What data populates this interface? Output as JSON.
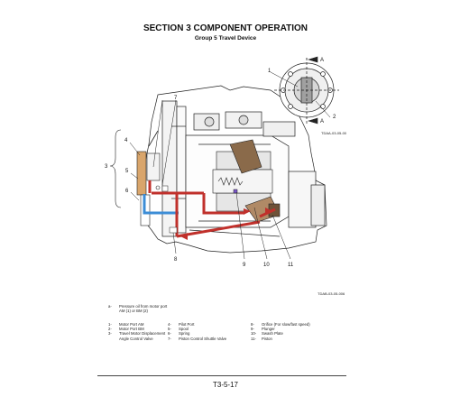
{
  "header": {
    "section": "SECTION 3 COMPONENT OPERATION",
    "group": "Group 5 Travel Device"
  },
  "figure": {
    "callouts": [
      "1",
      "2",
      "A",
      "A",
      "3",
      "4",
      "5",
      "6",
      "7",
      "8",
      "9",
      "10",
      "11"
    ],
    "caption_top": "TDAA-03-05-00",
    "caption_bottom": "TDAB-03-05-006"
  },
  "note": {
    "key": "a-",
    "text": "Pressure oil from motor port AM (1) or BM (2)"
  },
  "legend": {
    "col1": [
      {
        "num": "1-",
        "text": "Motor Port AM"
      },
      {
        "num": "2-",
        "text": "Motor Port BM"
      },
      {
        "num": "3-",
        "text": "Travel Motor Displacement Angle Control Valve"
      }
    ],
    "col2": [
      {
        "num": "4-",
        "text": "Pilot Port"
      },
      {
        "num": "5-",
        "text": "Spool"
      },
      {
        "num": "6-",
        "text": "Spring"
      },
      {
        "num": "7-",
        "text": "Piston Control Shuttle Valve"
      }
    ],
    "col3": [
      {
        "num": "8-",
        "text": "Orifice (For slow/fast speed)"
      },
      {
        "num": "9-",
        "text": "Plunger"
      },
      {
        "num": "10-",
        "text": "Swash Plate"
      },
      {
        "num": "11-",
        "text": "Piston"
      }
    ]
  },
  "footer": {
    "page": "T3-5-17"
  },
  "colors": {
    "pressure": "#c0302b",
    "pilot": "#3c8dd6",
    "spool": "#d9a56b",
    "swash": "#8a6a4a"
  }
}
